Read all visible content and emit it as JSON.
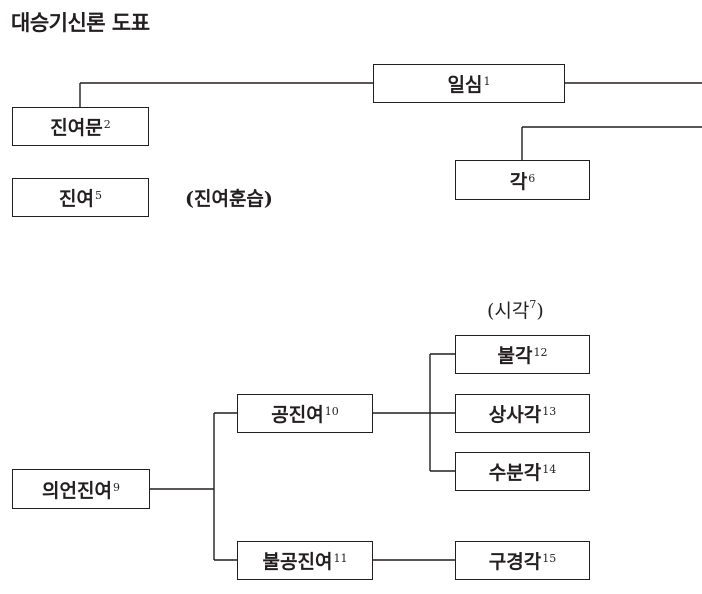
{
  "title": "대승기신론 도표",
  "nodes": {
    "ilsim": {
      "label": "일심",
      "note": "1"
    },
    "jinyeomun": {
      "label": "진여문",
      "note": "2"
    },
    "jinyeo": {
      "label": "진여",
      "note": "5"
    },
    "gak": {
      "label": "각",
      "note": "6"
    },
    "euieon": {
      "label": "의언진여",
      "note": "9"
    },
    "gongjinyeo": {
      "label": "공진여",
      "note": "10"
    },
    "bulgong": {
      "label": "불공진여",
      "note": "11"
    },
    "bulgak": {
      "label": "불각",
      "note": "12"
    },
    "sangsagak": {
      "label": "상사각",
      "note": "13"
    },
    "subungak": {
      "label": "수분각",
      "note": "14"
    },
    "gugyeonggak": {
      "label": "구경각",
      "note": "15"
    }
  },
  "annotations": {
    "jinyeo_hunseup": "(진여훈습)",
    "sigak_label": "(시각",
    "sigak_note": "7",
    "sigak_close": ")"
  }
}
